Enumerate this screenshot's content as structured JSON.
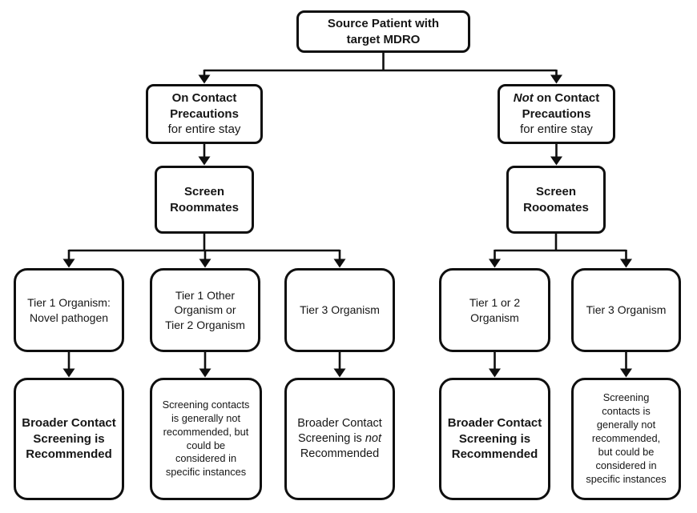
{
  "diagram": {
    "root": {
      "lines": [
        "Source Patient with",
        "target MDRO"
      ]
    },
    "left": {
      "precaution": {
        "bold_line1": "On Contact",
        "bold_line2": "Precautions",
        "normal_line": "for entire stay"
      },
      "screen": {
        "lines": [
          "Screen",
          "Roommates"
        ]
      },
      "tiers": [
        {
          "lines": [
            "Tier 1 Organism:",
            "Novel pathogen"
          ]
        },
        {
          "lines": [
            "Tier 1 Other",
            "Organism or",
            "Tier 2 Organism"
          ]
        },
        {
          "lines": [
            "Tier 3 Organism"
          ]
        }
      ],
      "outcomes": [
        {
          "lines": [
            "Broader Contact",
            "Screening is",
            "Recommended"
          ]
        },
        {
          "lines": [
            "Screening contacts",
            "is generally not",
            "recommended, but",
            "could be",
            "considered in",
            "specific instances"
          ]
        },
        {
          "line1": "Broader Contact",
          "line2_prefix": "Screening is ",
          "line2_italic": "not",
          "line3": "Recommended"
        }
      ]
    },
    "right": {
      "precaution": {
        "italic_word": "Not",
        "bold_line1_rest": " on Contact",
        "bold_line2": "Precautions",
        "normal_line": "for entire stay"
      },
      "screen": {
        "lines": [
          "Screen",
          "Rooomates"
        ]
      },
      "tiers": [
        {
          "lines": [
            "Tier 1 or 2",
            "Organism"
          ]
        },
        {
          "lines": [
            "Tier 3 Organism"
          ]
        }
      ],
      "outcomes": [
        {
          "lines": [
            "Broader Contact",
            "Screening is",
            "Recommended"
          ]
        },
        {
          "lines": [
            "Screening",
            "contacts is",
            "generally not",
            "recommended,",
            "but could be",
            "considered in",
            "specific instances"
          ]
        }
      ]
    },
    "colors": {
      "line": "#0f0f0f",
      "box_border": "#0f0f0f",
      "box_fill": "#ffffff",
      "text": "#161616"
    }
  }
}
